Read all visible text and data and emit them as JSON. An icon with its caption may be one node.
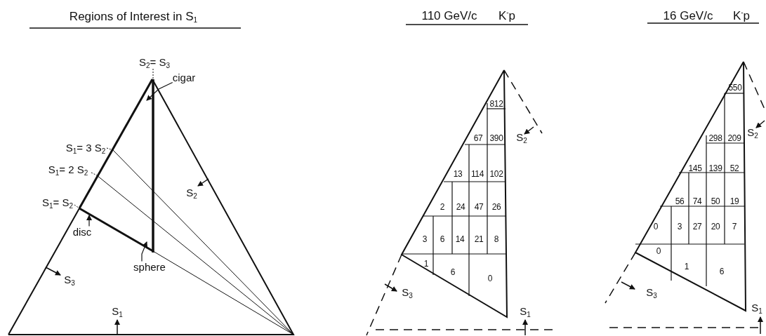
{
  "diagram": {
    "nodes": [
      {
        "text": [
          "cigar"
        ]
      },
      {
        "text": [
          "disc"
        ]
      },
      {
        "text": [
          "sphere"
        ]
      }
    ],
    "edges": [
      {
        "from": 0,
        "to": null,
        "arrow": "to"
      },
      {
        "from": 1,
        "to": null,
        "arrow": "to"
      },
      {
        "from": 2,
        "to": null,
        "arrow": "to"
      }
    ],
    "labels": [
      "Regions of Interest in S$_{1}$",
      "110 GeV/c",
      "K$^{-}$p",
      "16 GeV/c",
      "K$^{-}$p",
      "S$_{2}$= S$_{3}$",
      "S$_{1}$= 3 S$_{2}$",
      "S$_{1}$= 2 S$_{2}$",
      "S$_{1}$= S$_{2}$",
      "S$_{2}$",
      "S$_{3}$",
      "S$_{1}$",
      "812",
      "67",
      "390",
      "13",
      "114",
      "102",
      "2",
      "24",
      "47",
      "26",
      "3",
      "6",
      "14",
      "21",
      "8",
      "1",
      "6",
      "0",
      "S$_{2}$",
      "S$_{3}$",
      "S$_{1}$",
      "550",
      "298",
      "209",
      "145",
      "139",
      "52",
      "56",
      "74",
      "50",
      "19",
      "0",
      "3",
      "27",
      "20",
      "7",
      "0",
      "1",
      "6",
      "S$_{2}$",
      "S$_{3}$",
      "S$_{1}$"
    ]
  }
}
